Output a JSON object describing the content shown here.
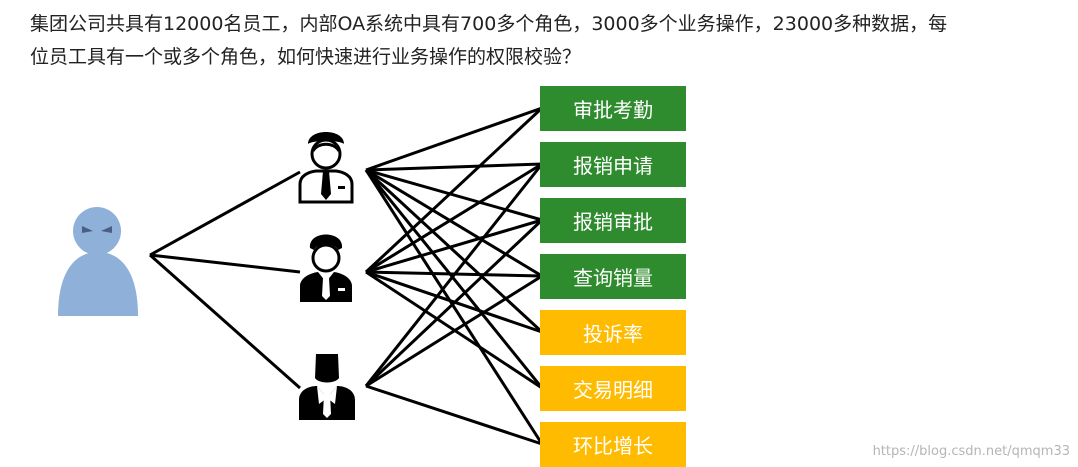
{
  "question": {
    "line1": "集团公司共具有12000名员工，内部OA系统中具有700多个角色，3000多个业务操作，23000多种数据，每",
    "line2": "位员工具有一个或多个角色，如何快速进行业务操作的权限校验？"
  },
  "colors": {
    "green": "#2e8b2e",
    "yellow": "#ffbb00",
    "user": "#8fb0d8",
    "line": "#000000"
  },
  "icons": {
    "user": "user-silhouette-icon",
    "roles": [
      "role-clerk-icon",
      "role-manager-icon",
      "role-executive-icon"
    ]
  },
  "operations": [
    {
      "label": "审批考勤",
      "color": "green"
    },
    {
      "label": "报销申请",
      "color": "green"
    },
    {
      "label": "报销审批",
      "color": "green"
    },
    {
      "label": "查询销量",
      "color": "green"
    },
    {
      "label": "投诉率",
      "color": "yellow"
    },
    {
      "label": "交易明细",
      "color": "yellow"
    },
    {
      "label": "环比增长",
      "color": "yellow"
    }
  ],
  "role_operation_links": [
    [
      0,
      1,
      2,
      3,
      4,
      5,
      6
    ],
    [
      0,
      1,
      2,
      3,
      4,
      5
    ],
    [
      1,
      2,
      3,
      6
    ]
  ],
  "watermark": "https://blog.csdn.net/qmqm33"
}
